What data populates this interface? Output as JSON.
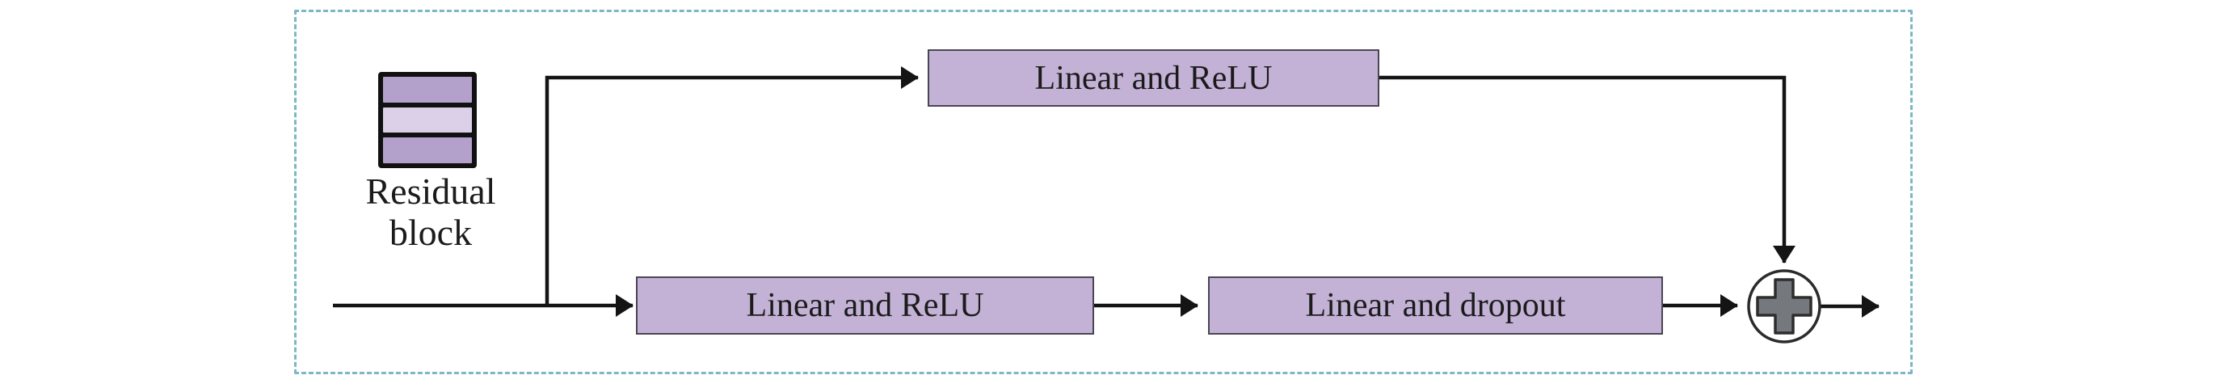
{
  "diagram_title": "Residual block",
  "residual_icon_label": "Residual block",
  "nodes": {
    "top": {
      "label": "Linear and ReLU"
    },
    "bottom_left": {
      "label": "Linear and ReLU"
    },
    "bottom_right": {
      "label": "Linear and dropout"
    }
  },
  "icons": {
    "residual_stack": "three-stacked-layers",
    "add_operator": "plus-in-circle"
  },
  "colors": {
    "container_border": "#7bb8c4",
    "node_fill": "#c3b2d6",
    "node_border": "#4a4553",
    "line": "#141414",
    "plus_fill": "#75797e",
    "plus_border": "#2d2d2d",
    "icon_stripe_dark": "#b3a1cb",
    "icon_stripe_light": "#dbd0e8",
    "icon_border": "#111111",
    "text": "#1b1b1b"
  }
}
